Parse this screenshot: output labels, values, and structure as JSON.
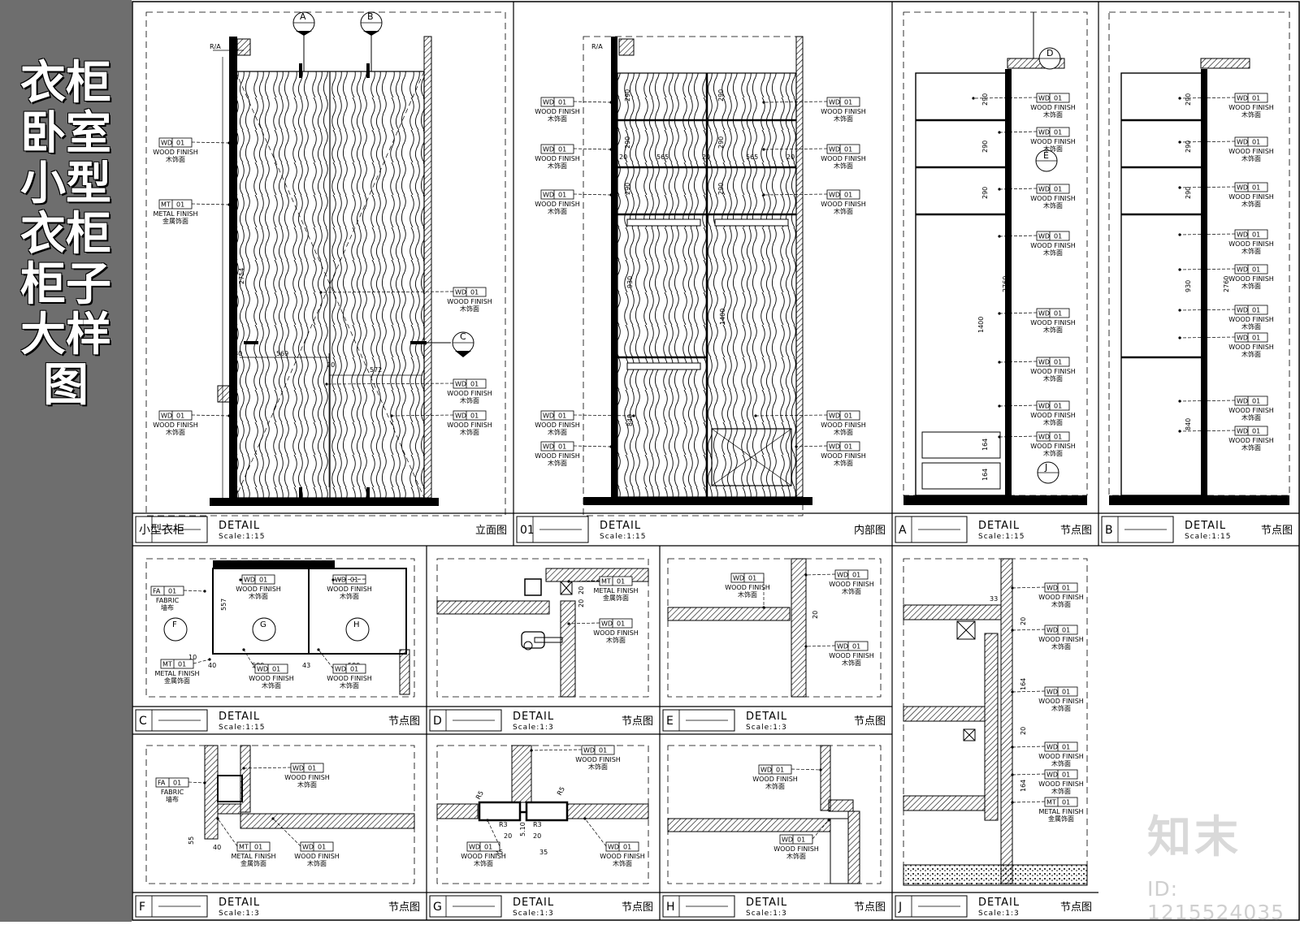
{
  "sidebar": {
    "title": "衣柜 卧室小型衣柜 柜子大样图"
  },
  "watermark": {
    "logo": "知末",
    "id": "ID: 1215524035"
  },
  "colors": {
    "ink": "#000000",
    "sidebar_bg": "#6e6e6e",
    "paper": "#ffffff"
  },
  "finishes": {
    "wood": {
      "code": "WD",
      "num": "01",
      "en": "WOOD FINISH",
      "cn": "木饰面"
    },
    "metal": {
      "code": "MT",
      "num": "01",
      "en": "METAL FINISH",
      "cn": "金属饰面"
    },
    "fabric": {
      "code": "FA",
      "num": "01",
      "en": "FABRIC",
      "cn": "墙布"
    }
  },
  "sections": {
    "A": "A",
    "B": "B",
    "C": "C",
    "D": "D",
    "E": "E",
    "G": "G",
    "H": "H",
    "J": "J",
    "F": "F",
    "ra": "R/A"
  },
  "panels": {
    "elev": {
      "letter": "小型衣柜",
      "detail": "DETAIL",
      "scale": "Scale:1:15",
      "type": "立面图"
    },
    "inner": {
      "letter": "01",
      "detail": "DETAIL",
      "scale": "Scale:1:15",
      "type": "内部图"
    },
    "A": {
      "letter": "A",
      "detail": "DETAIL",
      "scale": "Scale:1:15",
      "type": "节点图"
    },
    "B": {
      "letter": "B",
      "detail": "DETAIL",
      "scale": "Scale:1:15",
      "type": "节点图"
    },
    "C": {
      "letter": "C",
      "detail": "DETAIL",
      "scale": "Scale:1:15",
      "type": "节点图"
    },
    "D": {
      "letter": "D",
      "detail": "DETAIL",
      "scale": "Scale:1:3",
      "type": "节点图"
    },
    "E": {
      "letter": "E",
      "detail": "DETAIL",
      "scale": "Scale:1:3",
      "type": "节点图"
    },
    "F": {
      "letter": "F",
      "detail": "DETAIL",
      "scale": "Scale:1:3",
      "type": "节点图"
    },
    "G": {
      "letter": "G",
      "detail": "DETAIL",
      "scale": "Scale:1:3",
      "type": "节点图"
    },
    "H": {
      "letter": "H",
      "detail": "DETAIL",
      "scale": "Scale:1:3",
      "type": "节点图"
    },
    "J": {
      "letter": "J",
      "detail": "DETAIL",
      "scale": "Scale:1:3",
      "type": "节点图"
    }
  },
  "dims": {
    "elev_h": "2754",
    "elev_w1": "569",
    "elev_w2": "572",
    "elev_20": "20",
    "elev_80": "80",
    "inner_290": "290",
    "inner_565": "565",
    "inner_20": "20",
    "inner_930": "930",
    "inner_1400": "1400",
    "inner_840": "840",
    "a_2760": "2760",
    "a_1400": "1400",
    "a_290": "290",
    "a_164": "164",
    "b_930": "930",
    "b_840": "840",
    "b_2760": "2760",
    "c_557": "557",
    "c_580": "580",
    "c_40": "40",
    "c_43": "43",
    "c_10": "10",
    "d_20": "20",
    "e_20": "20",
    "f_40": "40",
    "f_55": "55",
    "g_35": "35",
    "g_20": "20",
    "g_r3": "R3",
    "g_510": "5.10",
    "g_r5": "R5",
    "j_33": "33",
    "j_20": "20",
    "j_164": "164"
  }
}
